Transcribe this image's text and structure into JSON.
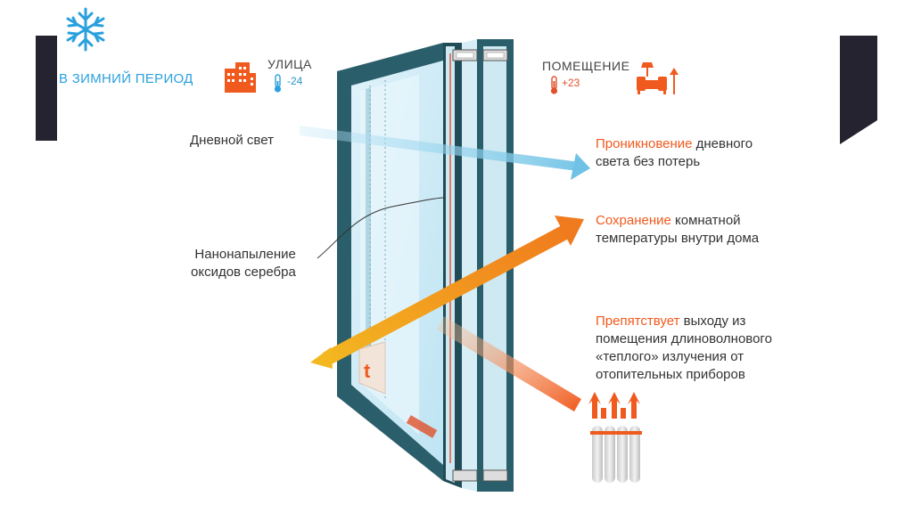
{
  "header": {
    "season_label": "В ЗИМНИЙ ПЕРИОД",
    "outdoor": {
      "title": "УЛИЦА",
      "temperature": "-24"
    },
    "indoor": {
      "title": "ПОМЕЩЕНИЕ",
      "temperature": "+23"
    }
  },
  "labels": {
    "daylight": "Дневной свет",
    "nano_line1": "Нанонапыление",
    "nano_line2": "оксидов серебра"
  },
  "benefits": [
    {
      "highlight": "Проникновение",
      "rest_line1": " дневного",
      "line2": "света без потерь"
    },
    {
      "highlight": "Сохранение",
      "rest_line1": " комнатной",
      "line2": "температуры внутри дома"
    },
    {
      "highlight": "Препятствует",
      "rest_line1": " выходу из",
      "line2": "помещения длиноволнового",
      "line3": "«теплого» излучения от",
      "line4": "отопительных приборов"
    }
  ],
  "icons": {
    "season": "snowflake-icon",
    "outdoor": "building-icon",
    "outdoor_temp": "thermometer-icon",
    "indoor": "sofa-lamp-icon",
    "indoor_temp": "thermometer-icon",
    "heater": "radiator-icon"
  },
  "colors": {
    "accent_orange": "#f05a1e",
    "accent_blue": "#2aa0dd",
    "frame": "#2b5e6b",
    "dark_tab": "#25232f"
  }
}
